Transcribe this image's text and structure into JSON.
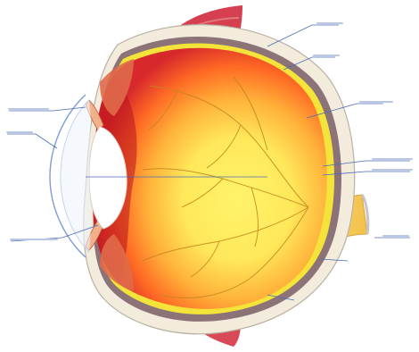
{
  "diagram": {
    "labels_legible": false,
    "colors": {
      "sclera_outer": "#f2ead8",
      "choroid": "#8a6f74",
      "retina_band": "#f3e13a",
      "vitreous_red": "#d7282c",
      "vitreous_orange": "#ff7a2a",
      "vitreous_yellow": "#ffe85a",
      "lens": "#ffffff",
      "cornea": "#7a9ed8",
      "muscle": "#cc2a3a",
      "nerve": "#f4c64a",
      "blood_vessel": "#c4841f",
      "leader_line": "#4a6ab8"
    },
    "parts": [
      "sclera",
      "choroid",
      "retina",
      "vitreous-body",
      "lens",
      "cornea",
      "iris",
      "ciliary-body",
      "optic-nerve",
      "rectus-muscle-upper",
      "rectus-muscle-lower",
      "retinal-blood-vessels",
      "leader-lines"
    ]
  }
}
